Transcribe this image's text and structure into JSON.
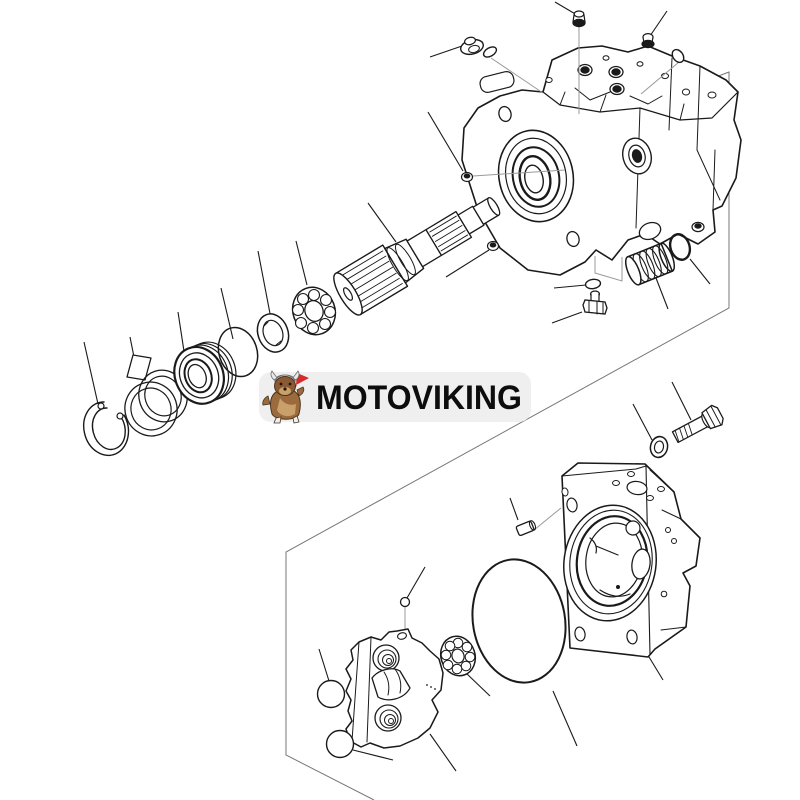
{
  "watermark": {
    "text": "MOTOVIKING",
    "bg_color": "#efefef",
    "text_color": "#0d0d0d",
    "mascot": "viking-dog-mascot",
    "mascot_colors": {
      "fur": "#9b6a3d",
      "fur_light": "#c9a06a",
      "fur_dark": "#6e4a24",
      "helmet": "#b9b9b9",
      "flag": "#d42b2b"
    }
  },
  "diagram": {
    "type": "exploded-parts-diagram",
    "subject": "hydraulic piston pump assembly",
    "background": "#ffffff",
    "line_color": "#1a1a1a",
    "witness_line_color": "#999999",
    "frame_line_color": "#777777",
    "parts": [
      {
        "name": "snap-ring"
      },
      {
        "name": "retainer-key"
      },
      {
        "name": "spacer-ring-front"
      },
      {
        "name": "spacer-ring-rear"
      },
      {
        "name": "oil-seal"
      },
      {
        "name": "o-ring-shaft"
      },
      {
        "name": "washer-ring"
      },
      {
        "name": "ball-bearing"
      },
      {
        "name": "drive-shaft"
      },
      {
        "name": "pump-housing"
      },
      {
        "name": "plug-top"
      },
      {
        "name": "plug-flanged"
      },
      {
        "name": "o-ring-top-left"
      },
      {
        "name": "plug-top-right"
      },
      {
        "name": "o-ring-top-right"
      },
      {
        "name": "socket-plugs-deck"
      },
      {
        "name": "cap-screw-upper"
      },
      {
        "name": "cap-screw-lower"
      },
      {
        "name": "plug-right-side"
      },
      {
        "name": "sleeve-bushing"
      },
      {
        "name": "o-ring-sleeve"
      },
      {
        "name": "o-ring-bottom"
      },
      {
        "name": "plug-hex-bottom"
      },
      {
        "name": "end-cover"
      },
      {
        "name": "o-ring-cover"
      },
      {
        "name": "dowel-pin"
      },
      {
        "name": "washer-cover"
      },
      {
        "name": "flange-bolt"
      },
      {
        "name": "cradle-support"
      },
      {
        "name": "piston-ball-upper"
      },
      {
        "name": "piston-ball-lower"
      },
      {
        "name": "pivot-ball"
      },
      {
        "name": "needle-bearing"
      }
    ]
  }
}
